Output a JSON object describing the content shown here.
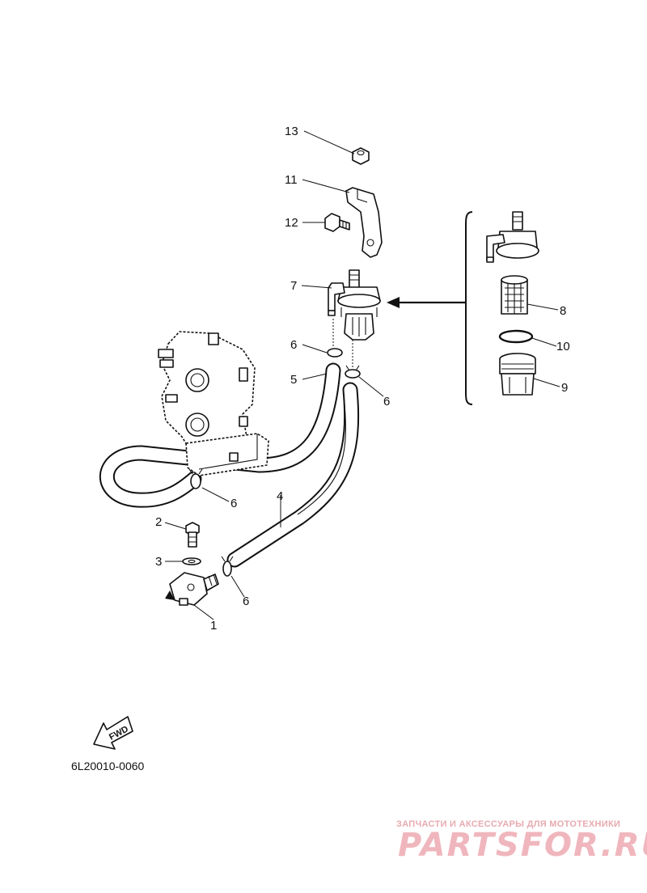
{
  "diagram": {
    "callouts": {
      "c1": "1",
      "c2": "2",
      "c3": "3",
      "c4": "4",
      "c5": "5",
      "c6a": "6",
      "c6b": "6",
      "c6c": "6",
      "c6d": "6",
      "c7": "7",
      "c8": "8",
      "c9": "9",
      "c10": "10",
      "c11": "11",
      "c12": "12",
      "c13": "13"
    },
    "fwd_label": "FWD",
    "drawing_code": "6L20010-0060"
  },
  "watermark": {
    "tagline": "ЗАПЧАСТИ И АКСЕССУАРЫ ДЛЯ МОТОТЕХНИКИ",
    "logo": "PARTSFOR.RU"
  }
}
